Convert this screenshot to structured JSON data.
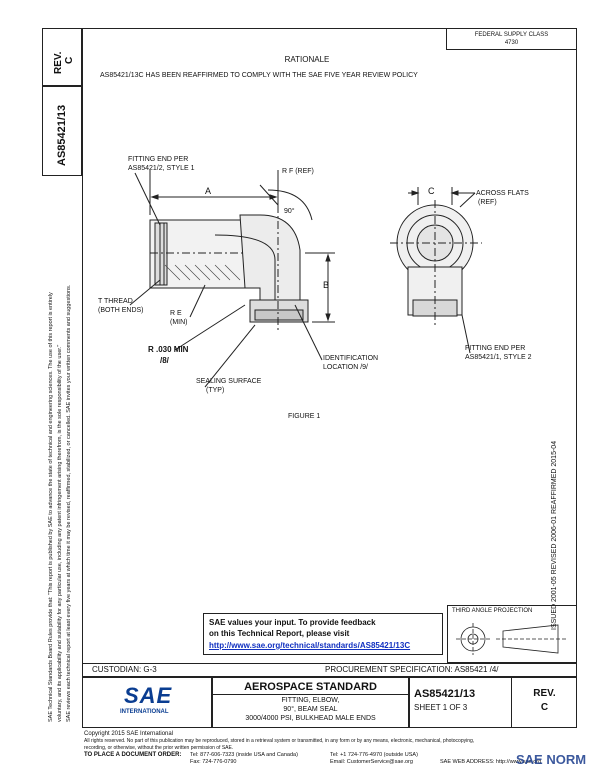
{
  "left_column": {
    "rev_label": "REV.",
    "rev_value": "C",
    "doc_number": "AS85421/13",
    "disclaimer_1": "SAE Technical Standards Board Rules provide that: \"This report is published by SAE to advance the state of technical and engineering sciences. The use of this report is entirely",
    "disclaimer_2": "voluntary, and its applicability and suitability for any particular use, including any patent infringement arising therefrom, is the sole responsibility of the user.\"",
    "disclaimer_3": "SAE reviews each technical report at least every five years at which time it may be revised, reaffirmed, stabilized, or cancelled. SAE invites your written comments and suggestions."
  },
  "header": {
    "fsc": "FEDERAL SUPPLY CLASS",
    "fsc_code": "4730",
    "rationale_title": "RATIONALE",
    "rationale_text": "AS85421/13C HAS BEEN REAFFIRMED TO COMPLY WITH THE SAE FIVE YEAR REVIEW POLICY"
  },
  "figure": {
    "fitting_end_1_a": "FITTING END PER",
    "fitting_end_1_b": "AS85421/2, STYLE 1",
    "dim_a": "A",
    "dim_b": "B",
    "dim_c": "C",
    "rf": "R F (REF)",
    "angle": "90°",
    "across_flats_a": "ACROSS FLATS",
    "across_flats_b": "(REF)",
    "t_thread_a": "T THREAD",
    "t_thread_b": "(BOTH ENDS)",
    "re_a": "R E",
    "re_b": "(MIN)",
    "r030_a": "R .030 MIN",
    "r030_b": "/8/",
    "ident_a": "IDENTIFICATION",
    "ident_b": "LOCATION /9/",
    "fitting_end_2_a": "FITTING END PER",
    "fitting_end_2_b": "AS85421/1, STYLE 2",
    "sealing_a": "SEALING SURFACE",
    "sealing_b": "(TYP)",
    "caption": "FIGURE 1"
  },
  "right_margin": {
    "dates": "ISSUED 2001-05    REVISED 2006-01    REAFFIRMED 2015-04"
  },
  "feedback": {
    "line1": "SAE values your input. To provide feedback",
    "line2": "on this Technical Report, please visit",
    "url": "http://www.sae.org/technical/standards/AS85421/13C"
  },
  "projection": {
    "label": "THIRD ANGLE PROJECTION"
  },
  "title_block": {
    "custodian": "CUSTODIAN: G-3",
    "procurement": "PROCUREMENT SPECIFICATION: AS85421 /4/",
    "logo_text": "SAE",
    "logo_sub": "INTERNATIONAL",
    "standard": "AEROSPACE STANDARD",
    "title_1": "FITTING, ELBOW,",
    "title_2": "90°, BEAM SEAL",
    "title_3": "3000/4000 PSI, BULKHEAD MALE ENDS",
    "doc_number": "AS85421/13",
    "sheet": "SHEET 1 OF 3",
    "rev_label": "REV.",
    "rev_value": "C"
  },
  "footer": {
    "copyright": "Copyright 2015 SAE International",
    "rights": "All rights reserved. No part of this publication may be reproduced, stored in a retrieval system or transmitted, in any form or by any means, electronic, mechanical, photocopying,",
    "rights_2": "recording, or otherwise, without the prior written permission of SAE.",
    "order_label": "TO PLACE A DOCUMENT ORDER:",
    "tel_1": "Tel: 877-606-7323 (inside USA and Canada)",
    "tel_2": "Tel: +1 724-776-4970 (outside USA)",
    "fax": "Fax: 724-776-0790",
    "email": "Email: CustomerService@sae.org",
    "web": "SAE WEB ADDRESS: http://www.sae.org"
  },
  "watermark": {
    "text": "SAE NORM"
  }
}
